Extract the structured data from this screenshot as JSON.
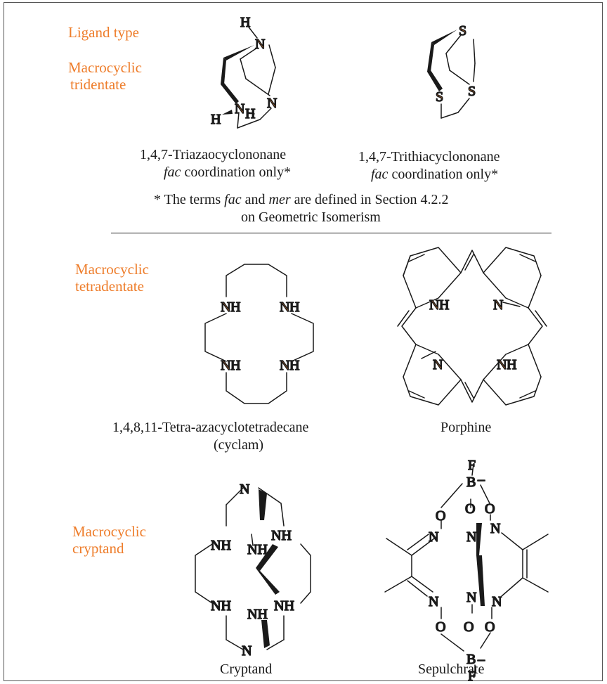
{
  "sections": {
    "header": {
      "label": "Ligand type"
    },
    "tridentate": {
      "label_line1": "Macrocyclic",
      "label_line2": "tridentate",
      "molecule1": {
        "name": "1,4,7-Triazaocyclononane",
        "note_em": "fac",
        "note_rest": " coordination only*"
      },
      "molecule2": {
        "name": "1,4,7-Trithiacyclononane",
        "note_em": "fac",
        "note_rest": " coordination only*"
      },
      "footnote": {
        "part1": "* The terms ",
        "em1": "fac",
        "part2": " and ",
        "em2": "mer",
        "part3": " are defined in Section 4.2.2",
        "line2": "on Geometric Isomerism"
      }
    },
    "tetradentate": {
      "label_line1": "Macrocyclic",
      "label_line2": "tetradentate",
      "molecule1": {
        "name_line1": "1,4,8,11-Tetra-azacyclotetradecane",
        "name_line2": "(cyclam)"
      },
      "molecule2": {
        "name": "Porphine"
      }
    },
    "cryptand": {
      "label_line1": "Macrocyclic",
      "label_line2": "cryptand",
      "molecule1": {
        "name": "Cryptand"
      },
      "molecule2": {
        "name": "Sepulchrate"
      }
    }
  },
  "atoms": {
    "H": "H",
    "N": "N",
    "S": "S",
    "NH": "NH",
    "O": "O",
    "B": "B",
    "F": "F",
    "minus": "–"
  },
  "colors": {
    "heteroatom": "#ee7d2b",
    "bond": "#1a1a1a",
    "frame": "#555555"
  }
}
